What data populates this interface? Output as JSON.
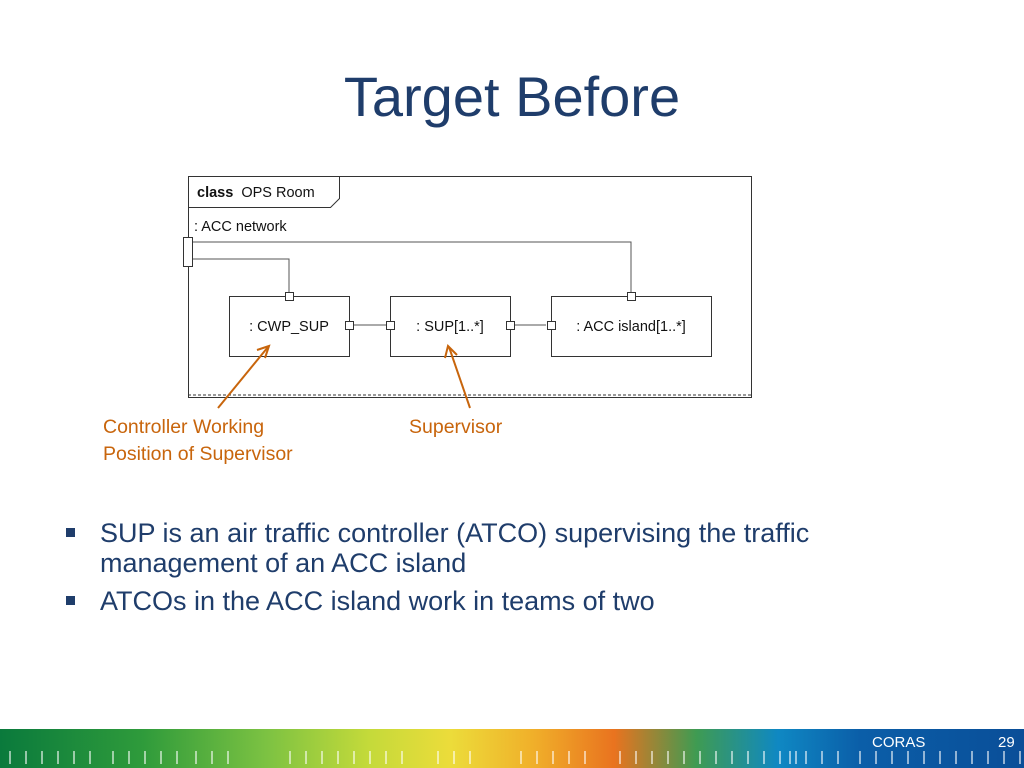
{
  "slide": {
    "title": "Target Before"
  },
  "diagram": {
    "frame_keyword": "class",
    "frame_name": "OPS Room",
    "network_label": ": ACC network",
    "parts": [
      {
        "label": ": CWP_SUP"
      },
      {
        "label": ": SUP[1..*]"
      },
      {
        "label": ": ACC island[1..*]"
      }
    ],
    "annotations": [
      {
        "lines": [
          "Controller Working",
          "Position of Supervisor"
        ]
      },
      {
        "lines": [
          "Supervisor"
        ]
      }
    ]
  },
  "bullets": [
    "SUP is an air traffic controller (ATCO) supervising the traffic management of an ACC island",
    "ATCOs in the ACC island work in teams of two"
  ],
  "footer": {
    "brand": "CORAS",
    "page_number": "29"
  },
  "colors": {
    "title": "#1f3d6b",
    "annotation": "#c8650c",
    "diagram_line": "#333333"
  }
}
